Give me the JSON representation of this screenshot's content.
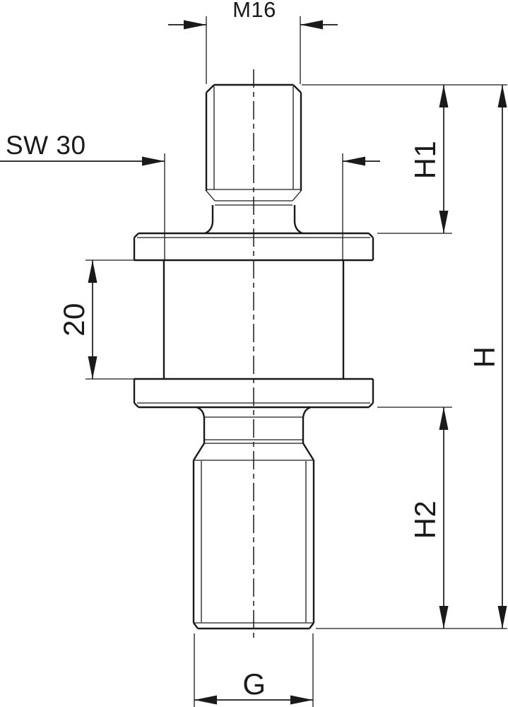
{
  "drawing": {
    "description": "Technical line drawing of a threaded step adapter stud with dimension annotations",
    "colors": {
      "line": "#1a1a1a",
      "background": "#ffffff"
    },
    "labels": {
      "thread_top": "M16",
      "wrench_size": "SW 30",
      "hex_length": "20",
      "height_upper": "H1",
      "height_lower": "H2",
      "height_total": "H",
      "thread_bottom": "G"
    }
  }
}
